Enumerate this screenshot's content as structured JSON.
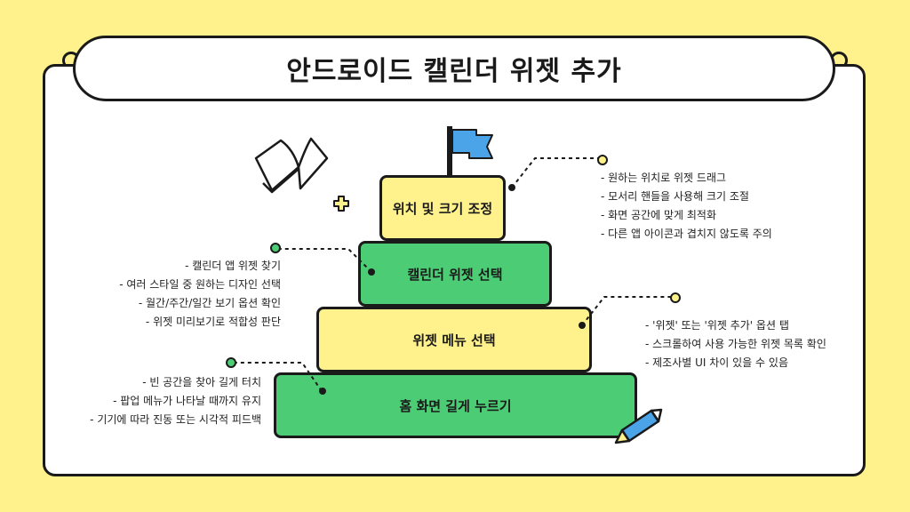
{
  "title": "안드로이드 캘린더 위젯 추가",
  "steps": [
    {
      "label": "위치 및 크기 조정"
    },
    {
      "label": "캘린더 위젯 선택"
    },
    {
      "label": "위젯 메뉴 선택"
    },
    {
      "label": "홈 화면 길게 누르기"
    }
  ],
  "notes": {
    "step1": [
      "- 원하는 위치로 위젯 드래그",
      "- 모서리 핸들을 사용해 크기 조절",
      "- 화면 공간에 맞게 최적화",
      "- 다른 앱 아이콘과 겹치지 않도록 주의"
    ],
    "step2": [
      "- 캘린더 앱 위젯 찾기",
      "- 여러 스타일 중 원하는 디자인 선택",
      "- 월간/주간/일간 보기 옵션 확인",
      "- 위젯 미리보기로 적합성 판단"
    ],
    "step3": [
      "- '위젯' 또는 '위젯 추가' 옵션 탭",
      "- 스크롤하여 사용 가능한 위젯 목록 확인",
      "- 제조사별 UI 차이 있을 수 있음"
    ],
    "step4": [
      "- 빈 공간을 찾아 길게 터치",
      "- 팝업 메뉴가 나타날 때까지 유지",
      "- 기기에 따라 진동 또는 시각적 피드백"
    ]
  },
  "colors": {
    "background": "#FFF28C",
    "green": "#4CCD75",
    "yellow": "#FFF28C",
    "outline": "#1a1a1a",
    "flag": "#4BA3E8"
  },
  "icons": [
    "open-book-icon",
    "plus-icon",
    "flag-icon",
    "pencil-icon"
  ]
}
